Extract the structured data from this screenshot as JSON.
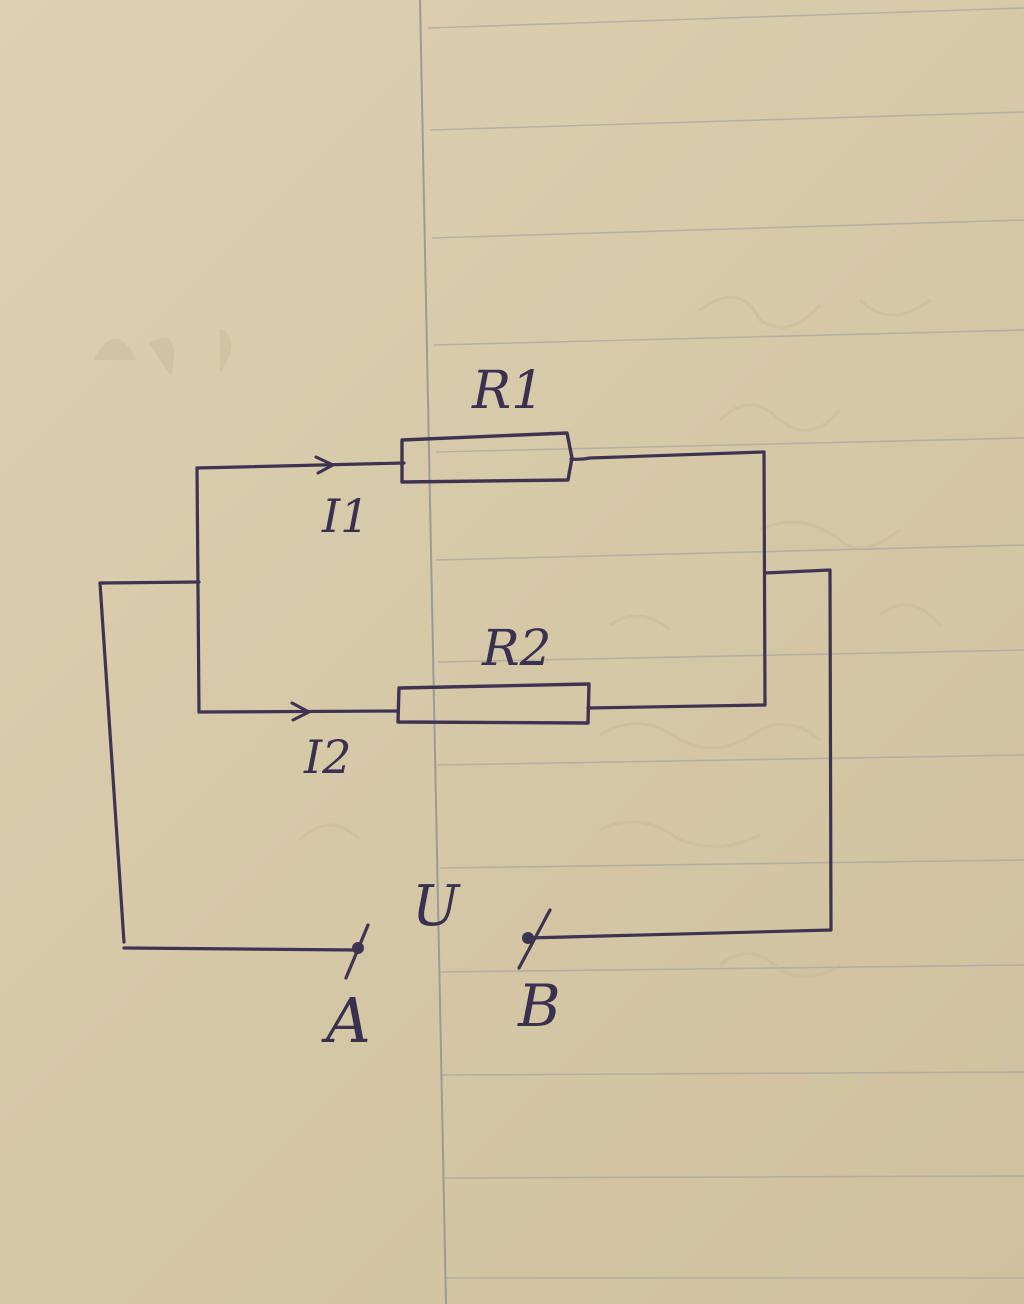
{
  "labels": {
    "r1": "R1",
    "r2": "R2",
    "i1": "I1",
    "i2": "I2",
    "voltage": "U",
    "terminal_a": "A",
    "terminal_b": "B"
  },
  "colors": {
    "ink": "#3e3452",
    "paper": "#d9ccae",
    "ruling": "#a9a9a2"
  }
}
